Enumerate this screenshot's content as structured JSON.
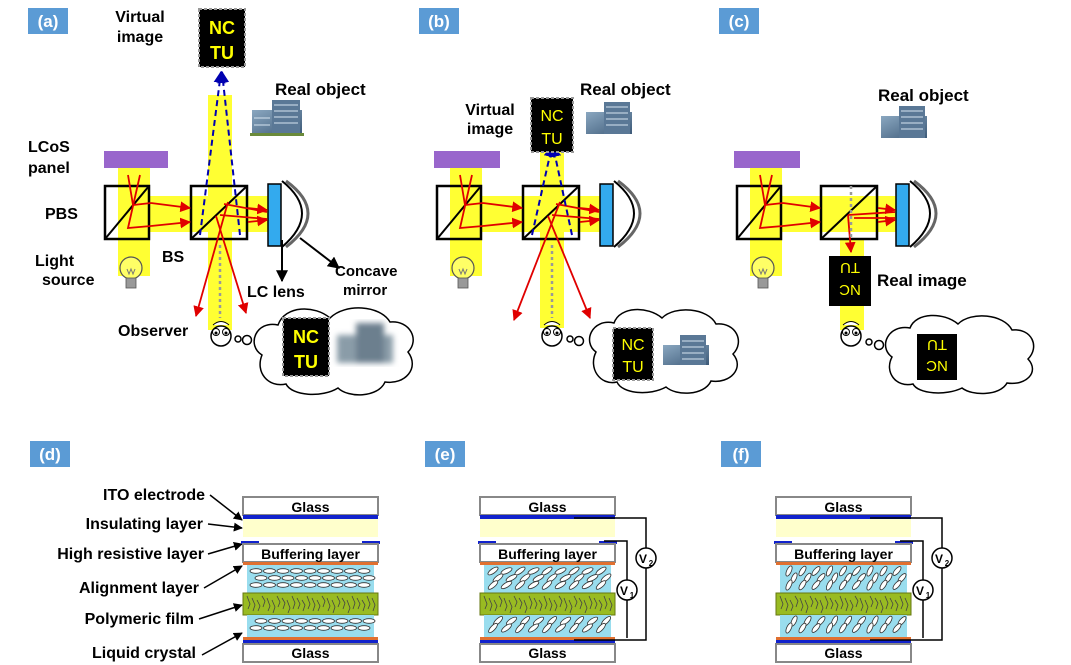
{
  "panels": {
    "a": {
      "tag": "(a)",
      "virtual_image_1": "Virtual",
      "virtual_image_2": "image",
      "real_object": "Real object",
      "lcos_1": "LCoS",
      "lcos_2": "panel",
      "pbs": "PBS",
      "bs": "BS",
      "light_1": "Light",
      "light_2": "source",
      "lc_lens": "LC lens",
      "concave_1": "Concave",
      "concave_2": "mirror",
      "observer": "Observer"
    },
    "b": {
      "tag": "(b)",
      "virtual_image_1": "Virtual",
      "virtual_image_2": "image",
      "real_object": "Real object"
    },
    "c": {
      "tag": "(c)",
      "real_object": "Real object",
      "real_image": "Real image"
    },
    "d": {
      "tag": "(d)",
      "glass_top": "Glass",
      "buffer": "Buffering layer",
      "glass_bottom": "Glass",
      "labels": [
        "ITO electrode",
        "Insulating layer",
        "High resistive layer",
        "Alignment layer",
        "Polymeric film",
        "Liquid crystal"
      ]
    },
    "e": {
      "tag": "(e)",
      "glass_top": "Glass",
      "buffer": "Buffering layer",
      "glass_bottom": "Glass",
      "v2": "V",
      "v2_sub": "2",
      "v1": "V",
      "v1_sub": "1"
    },
    "f": {
      "tag": "(f)",
      "glass_top": "Glass",
      "buffer": "Buffering layer",
      "glass_bottom": "Glass",
      "v2": "V",
      "v2_sub": "2",
      "v1": "V",
      "v1_sub": "1"
    }
  },
  "nctu": {
    "line1": "NC",
    "line2": "TU"
  },
  "colors": {
    "tag_bg": "#5b9bd5",
    "beam": "#ffff33",
    "ray": "#e00000",
    "virtual_ray": "#0000b0",
    "lcos": "#9966cc",
    "lens": "#33aaee",
    "glass_border": "#888888",
    "ito": "#1122cc",
    "insulating": "#ffffcc",
    "alignment": "#e07030",
    "lc": "#99ddee",
    "polymer": "#99bb22"
  }
}
